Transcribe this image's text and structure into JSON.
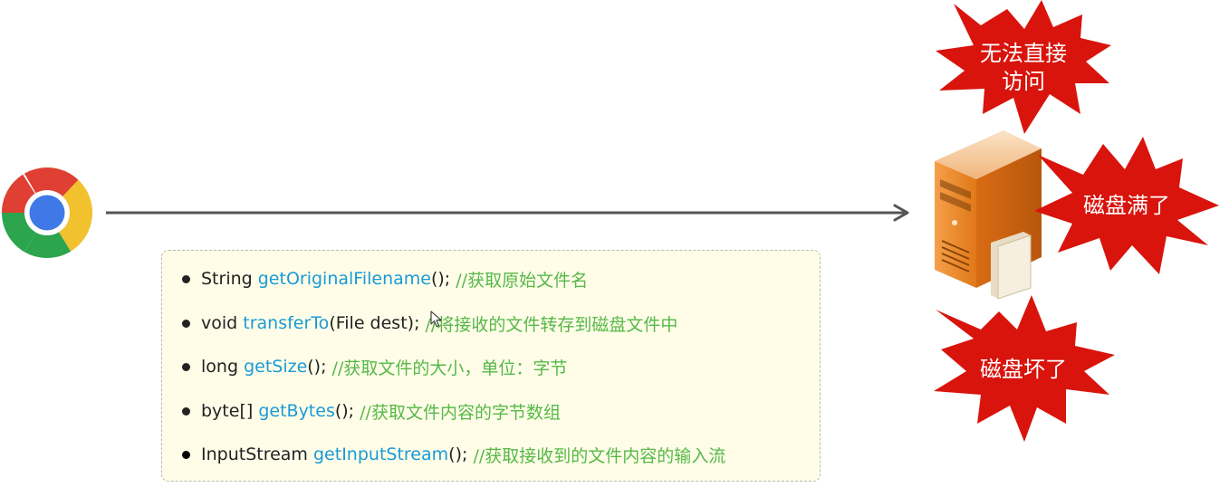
{
  "methods": [
    {
      "return_type": "String",
      "name": "getOriginalFilename",
      "suffix": "();",
      "comment": "//获取原始文件名"
    },
    {
      "return_type": "void",
      "name": "transferTo",
      "suffix": "(File dest);",
      "comment": "//将接收的文件转存到磁盘文件中"
    },
    {
      "return_type": "long",
      "name": "getSize",
      "suffix": "();",
      "comment": "//获取文件的大小，单位：字节"
    },
    {
      "return_type": "byte[]",
      "name": "getBytes",
      "suffix": "();",
      "comment": "//获取文件内容的字节数组"
    },
    {
      "return_type": "InputStream",
      "name": "getInputStream",
      "suffix": "();",
      "comment": "//获取接收到的文件内容的输入流"
    }
  ],
  "bursts": {
    "top": {
      "line1": "无法直接",
      "line2": "访问"
    },
    "mid": {
      "text": "磁盘满了"
    },
    "bottom": {
      "text": "磁盘坏了"
    }
  },
  "icons": {
    "browser": "chrome-logo-icon",
    "server": "server-icon",
    "cursor": "mouse-cursor-icon"
  },
  "colors": {
    "method_name": "#1a9ad6",
    "comment": "#56b847",
    "box_background": "#fffde8",
    "burst_red": "#d8140c",
    "server_orange": "#e8801e",
    "arrow": "#555555"
  }
}
